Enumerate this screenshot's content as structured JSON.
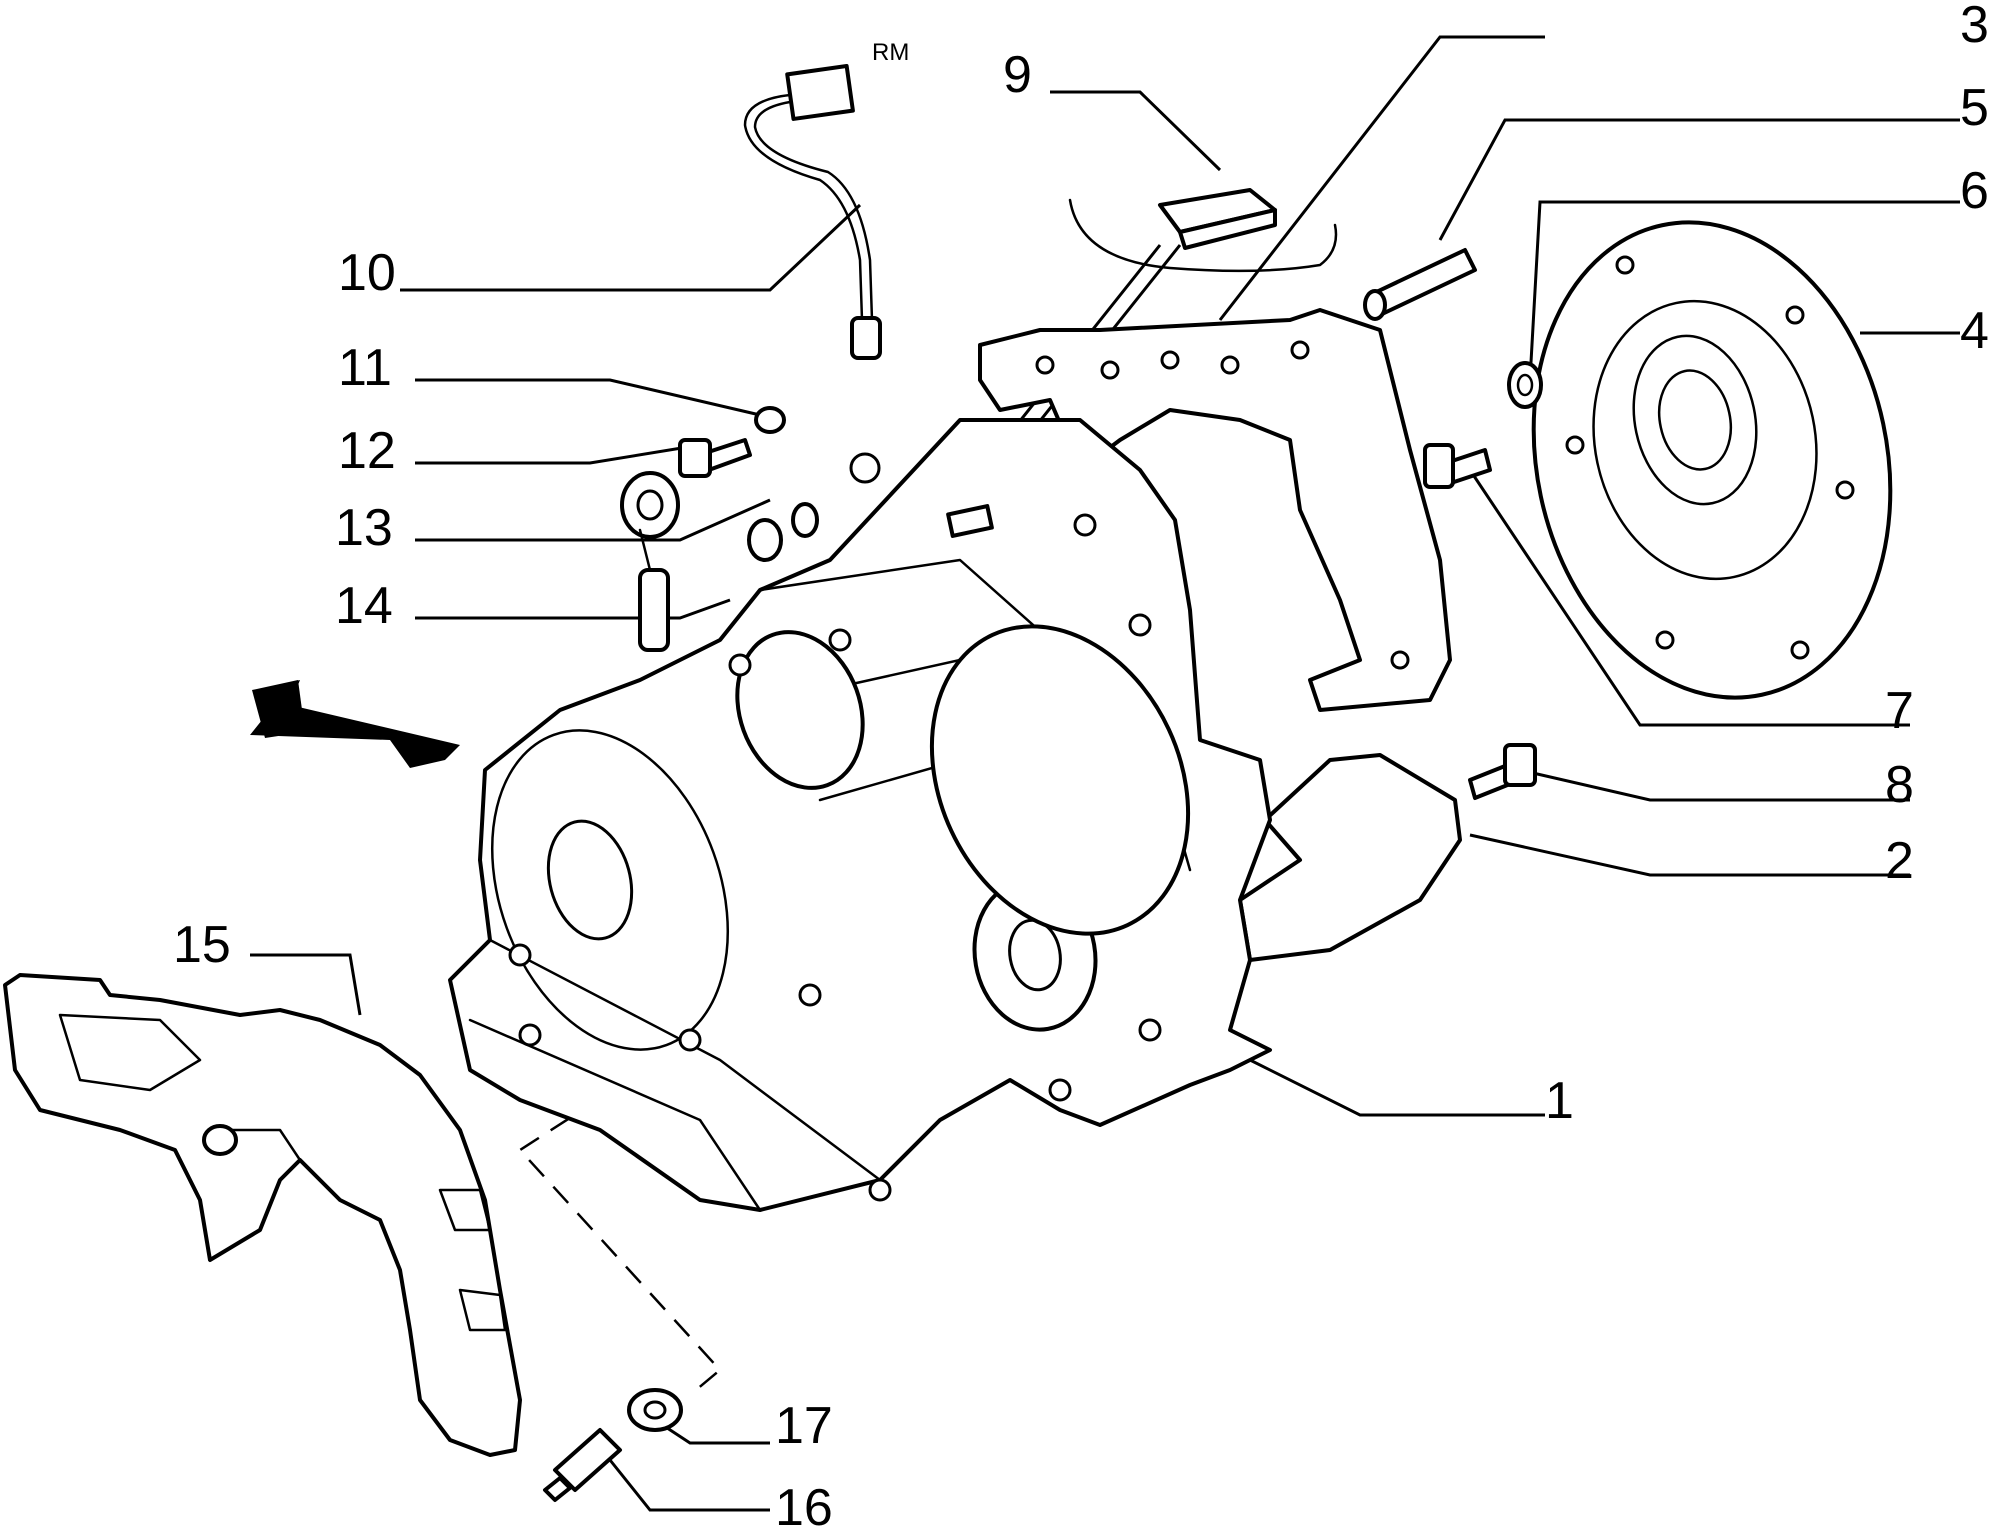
{
  "diagram": {
    "rm_mark": "RM",
    "callouts": [
      {
        "id": "c1",
        "name": "callout-1",
        "label": "1"
      },
      {
        "id": "c2",
        "name": "callout-2",
        "label": "2"
      },
      {
        "id": "c3",
        "name": "callout-3",
        "label": "3"
      },
      {
        "id": "c4",
        "name": "callout-4",
        "label": "4"
      },
      {
        "id": "c5",
        "name": "callout-5",
        "label": "5"
      },
      {
        "id": "c6",
        "name": "callout-6",
        "label": "6"
      },
      {
        "id": "c7",
        "name": "callout-7",
        "label": "7"
      },
      {
        "id": "c8",
        "name": "callout-8",
        "label": "8"
      },
      {
        "id": "c9",
        "name": "callout-9",
        "label": "9"
      },
      {
        "id": "c10",
        "name": "callout-10",
        "label": "10"
      },
      {
        "id": "c11",
        "name": "callout-11",
        "label": "11"
      },
      {
        "id": "c12",
        "name": "callout-12",
        "label": "12"
      },
      {
        "id": "c13",
        "name": "callout-13",
        "label": "13"
      },
      {
        "id": "c14",
        "name": "callout-14",
        "label": "14"
      },
      {
        "id": "c15",
        "name": "callout-15",
        "label": "15"
      },
      {
        "id": "c16",
        "name": "callout-16",
        "label": "16"
      },
      {
        "id": "c17",
        "name": "callout-17",
        "label": "17"
      }
    ]
  }
}
